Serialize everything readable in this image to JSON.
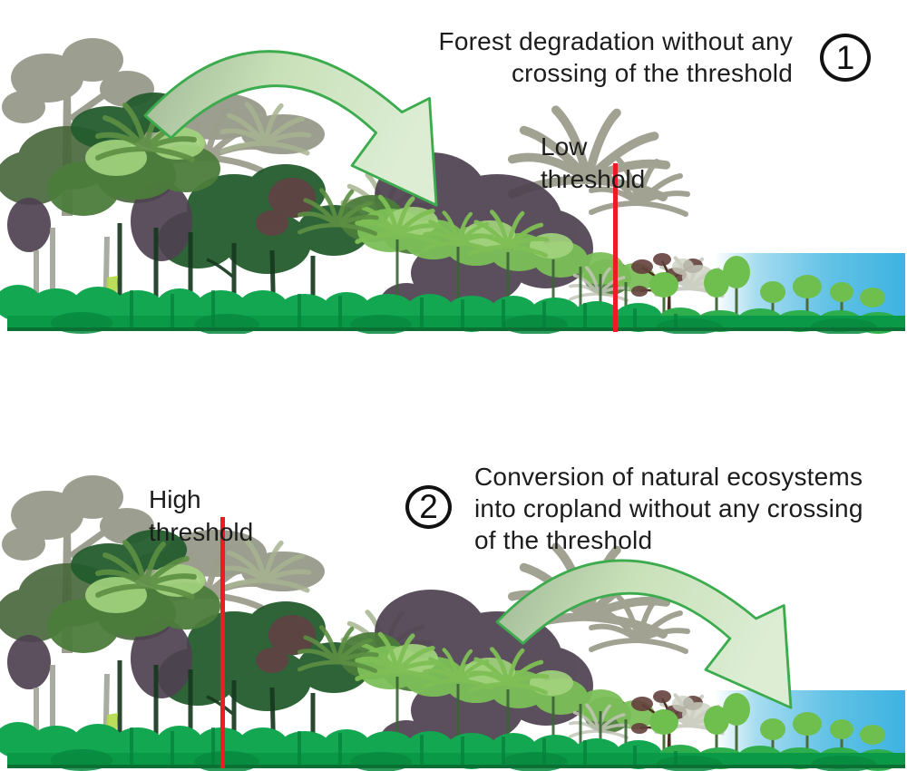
{
  "panel1": {
    "number": "1",
    "title": [
      "Forest degradation without any",
      "crossing of the threshold"
    ],
    "threshold_label": [
      "Low",
      "threshold"
    ]
  },
  "panel2": {
    "number": "2",
    "title": [
      "Conversion of natural ecosystems",
      "into cropland without any crossing",
      "of the threshold"
    ],
    "threshold_label": [
      "High",
      "threshold"
    ]
  },
  "colors": {
    "background": "#ffffff",
    "text": "#1c1c1c",
    "threshold_line": "#ec1c24",
    "arrow_stroke": "#3cab4e",
    "arrow_fill_tail": "#a0b795",
    "arrow_fill_head": "#dcedd4",
    "water_blue": "#3eb3e0",
    "understory_green": "#0ba04b",
    "canopy_dark_green": "#235c2d",
    "canopy_light_green": "#7cbf58",
    "canopy_gray": "#8f9181",
    "canopy_purple": "#4e4150",
    "dead_tree_brown": "#63413d"
  },
  "icons": {
    "curved_arrow": "curved-arrow-icon",
    "number_circle": "circled-number"
  }
}
